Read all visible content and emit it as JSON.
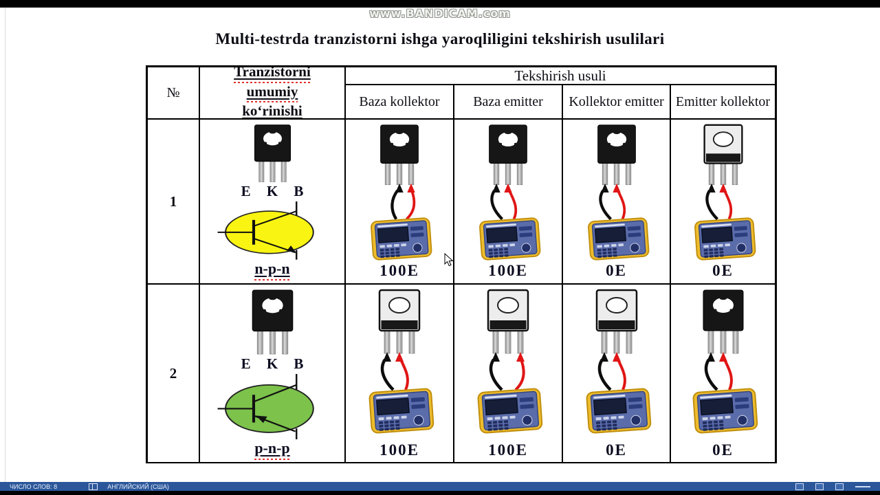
{
  "watermark": "www.BANDICAM.com",
  "title": "Multi-testrda tranzistorni ishga yaroqliligini tekshirish usulilari",
  "table": {
    "number_header": "№",
    "view_header_words": [
      "Tranzistorni",
      "umumiy",
      "ko‘rinishi"
    ],
    "test_header": "Tekshirish usuli",
    "columns": [
      "Baza kollektor",
      "Baza emitter",
      "Kollektor emitter",
      "Emitter kollektor"
    ],
    "rows": [
      {
        "number": "1",
        "package_label": "E K B",
        "symbol_type": "n-p-n",
        "symbol_color": "#f9f411",
        "package": "black",
        "cells": [
          {
            "package": "black",
            "black_probe": "middle",
            "red_probe": "right",
            "value": "100E"
          },
          {
            "package": "black",
            "black_probe": "left",
            "red_probe": "middle",
            "value": "100E"
          },
          {
            "package": "black",
            "black_probe": "left",
            "red_probe": "middle",
            "value": "0E"
          },
          {
            "package": "white",
            "black_probe": "left",
            "red_probe": "middle",
            "value": "0E"
          }
        ]
      },
      {
        "number": "2",
        "package_label": "E K B",
        "symbol_type": "p-n-p",
        "symbol_color": "#7cc24b",
        "package": "black",
        "cells": [
          {
            "package": "white",
            "black_probe": "left",
            "red_probe": "middle",
            "value": "100E"
          },
          {
            "package": "white",
            "black_probe": "left",
            "red_probe": "right",
            "value": "100E"
          },
          {
            "package": "white",
            "black_probe": "left",
            "red_probe": "middle",
            "value": "0E"
          },
          {
            "package": "black",
            "black_probe": "left",
            "red_probe": "middle",
            "value": "0E"
          }
        ]
      }
    ]
  },
  "status_bar": {
    "word_count": "ЧИСЛО СЛОВ: 8",
    "language": "АНГЛИЙСКИЙ (США)"
  },
  "colors": {
    "probe_black": "#0d0d0d",
    "probe_red": "#e01515",
    "status_bar_bg": "#2b579a",
    "npn_fill": "#f9f411",
    "pnp_fill": "#7cc24b",
    "meter_body": "#5b6cab",
    "meter_holster": "#eebc2c"
  }
}
